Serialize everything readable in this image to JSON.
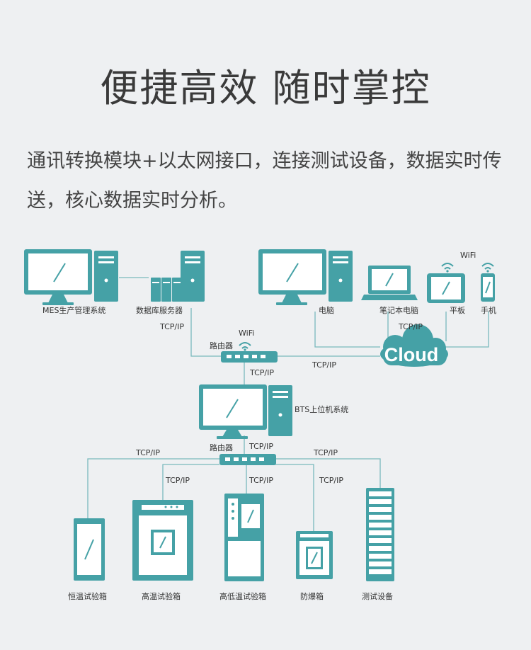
{
  "header": {
    "title": "便捷高效 随时掌控",
    "description": "通讯转换模块+以太网接口，连接测试设备，数据实时传送，核心数据实时分析。"
  },
  "diagram": {
    "devices": {
      "mes": "MES生产管理系统",
      "db_server": "数据库服务器",
      "pc": "电脑",
      "laptop": "笔记本电脑",
      "tablet": "平板",
      "phone": "手机",
      "bts": "BTS上位机系统",
      "cloud": "Cloud"
    },
    "network": {
      "router_top": "路由器",
      "router_bottom": "路由器",
      "wifi_top": "WiFi",
      "wifi_router": "WiFi"
    },
    "protocols": {
      "db_router": "TCP/IP",
      "router_bts": "TCP/IP",
      "router_cloud": "TCP/IP",
      "cloud_devices": "TCP/IP",
      "bts_router": "TCP/IP",
      "left_outer": "TCP/IP",
      "left_inner": "TCP/IP",
      "center": "TCP/IP",
      "right_inner": "TCP/IP",
      "right_outer": "TCP/IP"
    },
    "equipment": {
      "constant_temp": "恒温试验箱",
      "high_temp": "高温试验箱",
      "high_low_temp": "高低温试验箱",
      "explosion_proof": "防爆箱",
      "test_equipment": "测试设备"
    }
  },
  "colors": {
    "teal": "#45a1a6",
    "line": "#7ab9bd",
    "background": "#eef0f2"
  }
}
